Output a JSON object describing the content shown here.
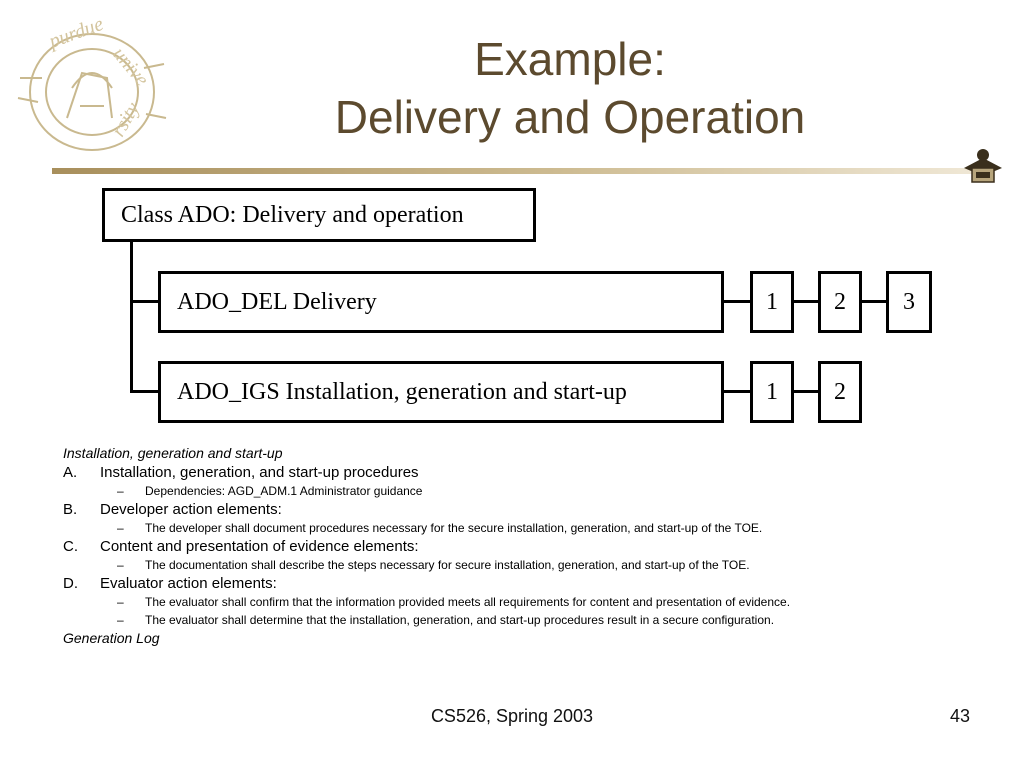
{
  "slide": {
    "title_line1": "Example:",
    "title_line2": "Delivery and Operation",
    "logo_icon": "university-seal-icon",
    "corner_icon": "mascot-logo-icon",
    "accent_color": "#5c4a2e"
  },
  "diagram": {
    "class_box": "Class ADO: Delivery and operation",
    "families": [
      {
        "label": "ADO_DEL Delivery",
        "levels": [
          "1",
          "2",
          "3"
        ]
      },
      {
        "label": "ADO_IGS Installation, generation and start-up",
        "levels": [
          "1",
          "2"
        ]
      }
    ]
  },
  "content": {
    "heading": "Installation, generation and start-up",
    "items": [
      {
        "letter": "A.",
        "text": "Installation, generation, and start-up procedures",
        "subs": [
          "Dependencies: AGD_ADM.1 Administrator guidance"
        ]
      },
      {
        "letter": "B.",
        "text": "Developer action elements:",
        "subs": [
          "The developer shall document procedures necessary for the secure installation, generation, and start-up of the TOE."
        ]
      },
      {
        "letter": "C.",
        "text": "Content and presentation of evidence elements:",
        "subs": [
          "The documentation shall describe the steps necessary for secure installation, generation, and start-up of the TOE."
        ]
      },
      {
        "letter": "D.",
        "text": "Evaluator action elements:",
        "subs": [
          "The evaluator shall confirm that the information provided meets all requirements for content and presentation of evidence.",
          "The evaluator shall determine that the installation, generation, and start-up procedures result in a secure configuration."
        ]
      }
    ],
    "dash": "–",
    "footer_heading": "Generation Log"
  },
  "footer": {
    "course": "CS526, Spring 2003",
    "page": "43"
  }
}
